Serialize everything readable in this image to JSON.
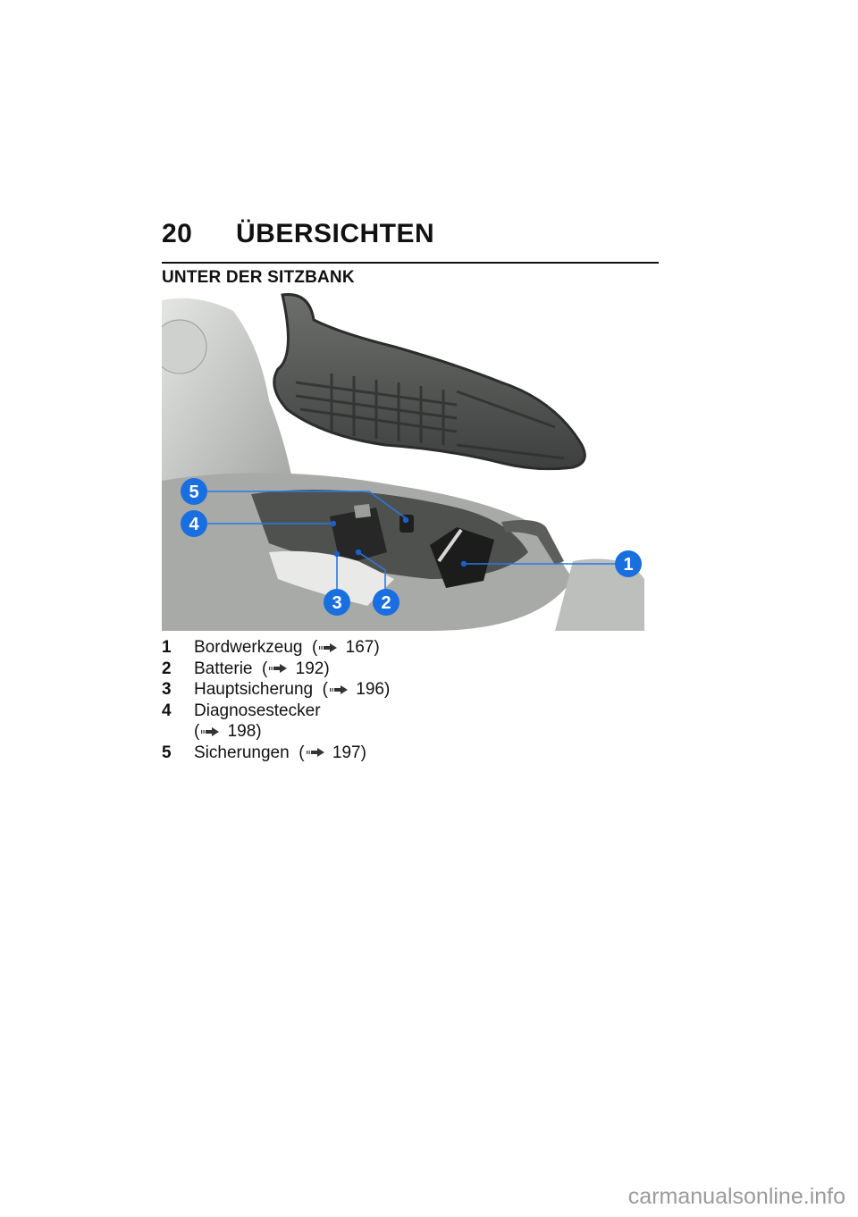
{
  "header": {
    "page_number": "20",
    "chapter_title": "ÜBERSICHTEN"
  },
  "section": {
    "title": "UNTER DER SITZBANK"
  },
  "figure": {
    "description": "Motorcycle with seat removed showing compartment under the seat",
    "callout_color": "#1a6fe0",
    "callouts": [
      {
        "number": "1"
      },
      {
        "number": "2"
      },
      {
        "number": "3"
      },
      {
        "number": "4"
      },
      {
        "number": "5"
      }
    ]
  },
  "legend": {
    "arrow_icon": "page-reference-arrow-icon",
    "items": [
      {
        "number": "1",
        "label": "Bordwerkzeug",
        "ref_open": "(",
        "page": "167)",
        "ref_close": ""
      },
      {
        "number": "2",
        "label": "Batterie",
        "ref_open": "(",
        "page": "192)",
        "ref_close": ""
      },
      {
        "number": "3",
        "label": "Hauptsicherung",
        "ref_open": "(",
        "page": "196)",
        "ref_close": ""
      },
      {
        "number": "4",
        "label": "Diagnosestecker",
        "ref_open": "(",
        "page": "198)",
        "ref_close": ""
      },
      {
        "number": "5",
        "label": "Sicherungen",
        "ref_open": "(",
        "page": "197)",
        "ref_close": ""
      }
    ]
  },
  "watermark": {
    "text": "carmanualsonline.info"
  }
}
